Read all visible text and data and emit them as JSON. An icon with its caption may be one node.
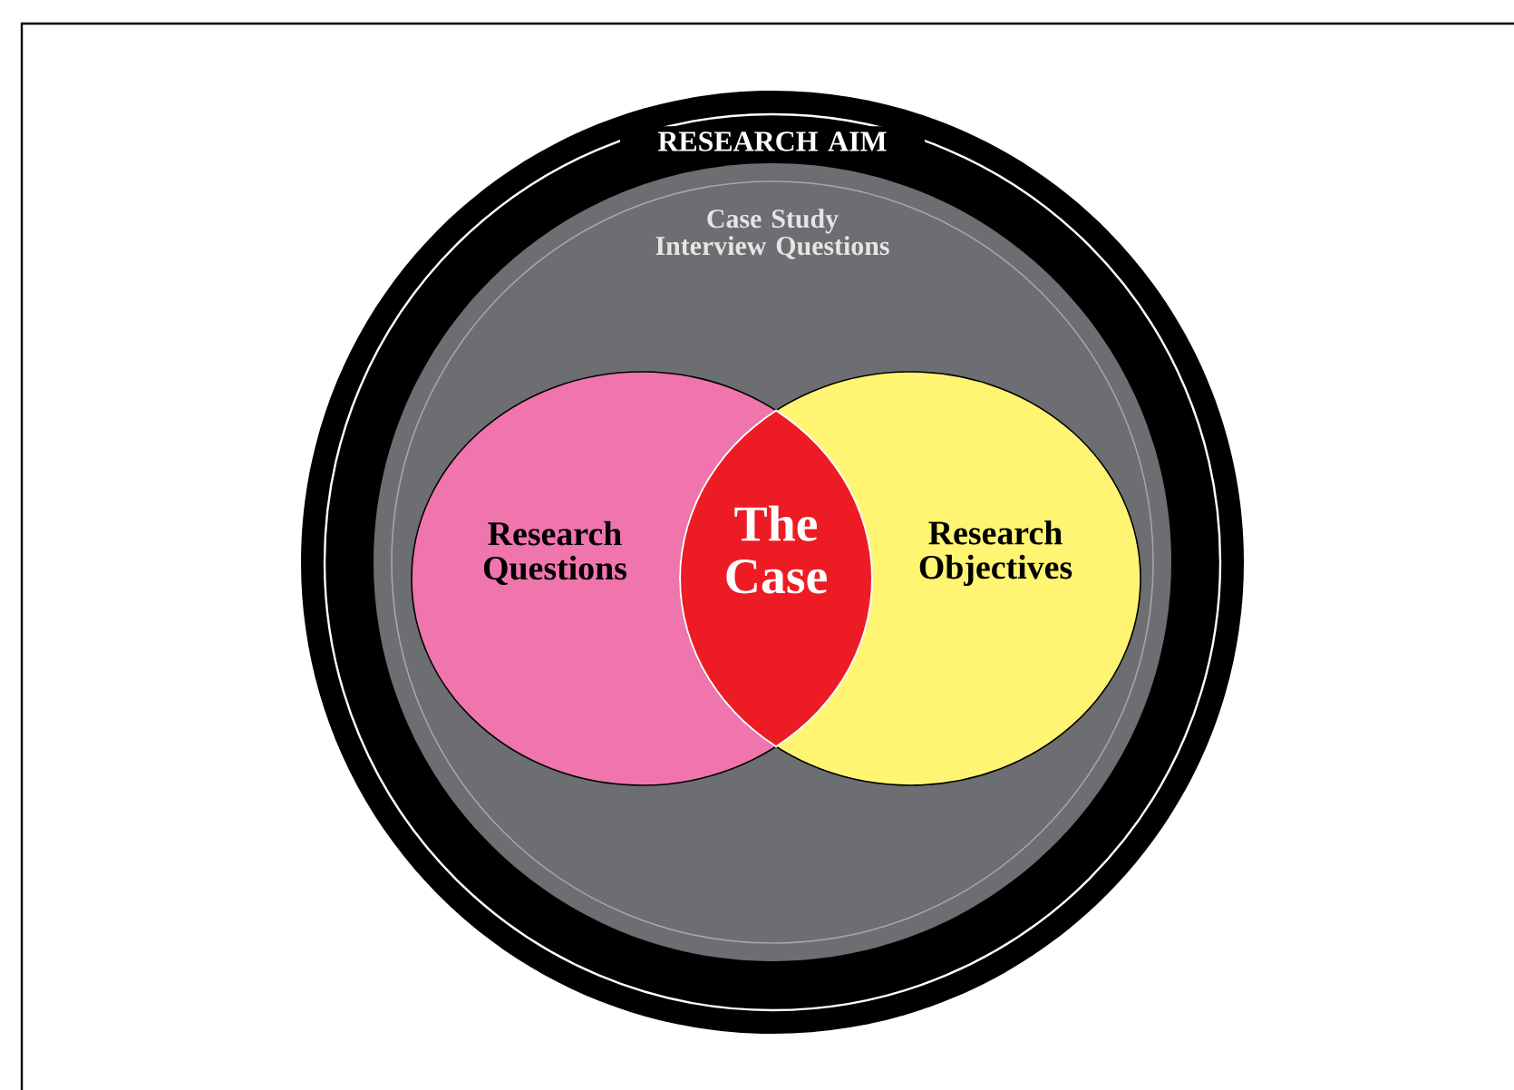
{
  "diagram": {
    "nodes": [
      {
        "text": [
          "RESEARCH AIM"
        ]
      },
      {
        "text": [
          "Case Study Interview Questions"
        ],
        "in": 0
      },
      {
        "text": [
          "Research Questions"
        ],
        "in": 1
      },
      {
        "text": [
          "Research Objectives"
        ],
        "in": 1
      },
      {
        "text": [
          "The Case"
        ]
      }
    ]
  }
}
